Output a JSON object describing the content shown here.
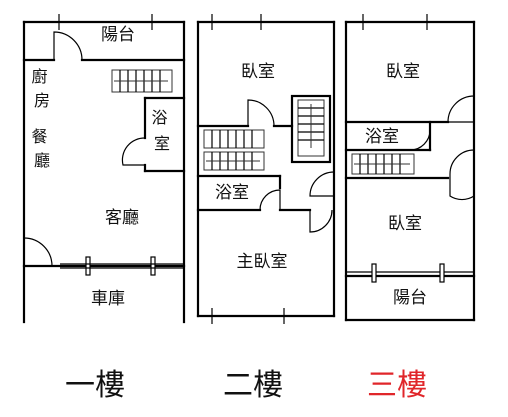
{
  "floors": [
    {
      "key": "f1",
      "label": "一樓",
      "active": false,
      "rooms": {
        "balcony": "陽台",
        "kitchen": "廚房",
        "dining": "餐廳",
        "bath": "浴室",
        "living": "客廳",
        "garage": "車庫"
      }
    },
    {
      "key": "f2",
      "label": "二樓",
      "active": false,
      "rooms": {
        "bedroom": "臥室",
        "bath": "浴室",
        "master_bedroom": "主臥室"
      }
    },
    {
      "key": "f3",
      "label": "三樓",
      "active": true,
      "rooms": {
        "bedroom_front": "臥室",
        "bath": "浴室",
        "bedroom_back": "臥室",
        "balcony": "陽台"
      }
    }
  ],
  "colors": {
    "active_floor_label": "#e0262a",
    "default_label": "#111111",
    "wall": "#000000"
  }
}
